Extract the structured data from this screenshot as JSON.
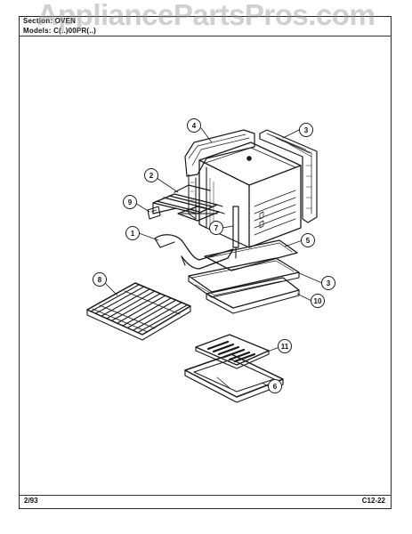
{
  "header": {
    "section_label": "Section:",
    "section_value": "OVEN",
    "models_label": "Models:",
    "models_value": "C(..)00PR(..)"
  },
  "footer": {
    "date": "2/93",
    "page_code": "C12-22"
  },
  "watermark": "AppliancePartsPros.com",
  "callouts": [
    {
      "id": "c1",
      "label": "1"
    },
    {
      "id": "c2",
      "label": "2"
    },
    {
      "id": "c3a",
      "label": "3"
    },
    {
      "id": "c3b",
      "label": "3"
    },
    {
      "id": "c4",
      "label": "4"
    },
    {
      "id": "c5",
      "label": "5"
    },
    {
      "id": "c6",
      "label": "6"
    },
    {
      "id": "c7",
      "label": "7"
    },
    {
      "id": "c8",
      "label": "8"
    },
    {
      "id": "c9",
      "label": "9"
    },
    {
      "id": "c10",
      "label": "10"
    },
    {
      "id": "c11",
      "label": "11"
    }
  ],
  "colors": {
    "line": "#1a1a1a",
    "watermark": "#969696"
  }
}
